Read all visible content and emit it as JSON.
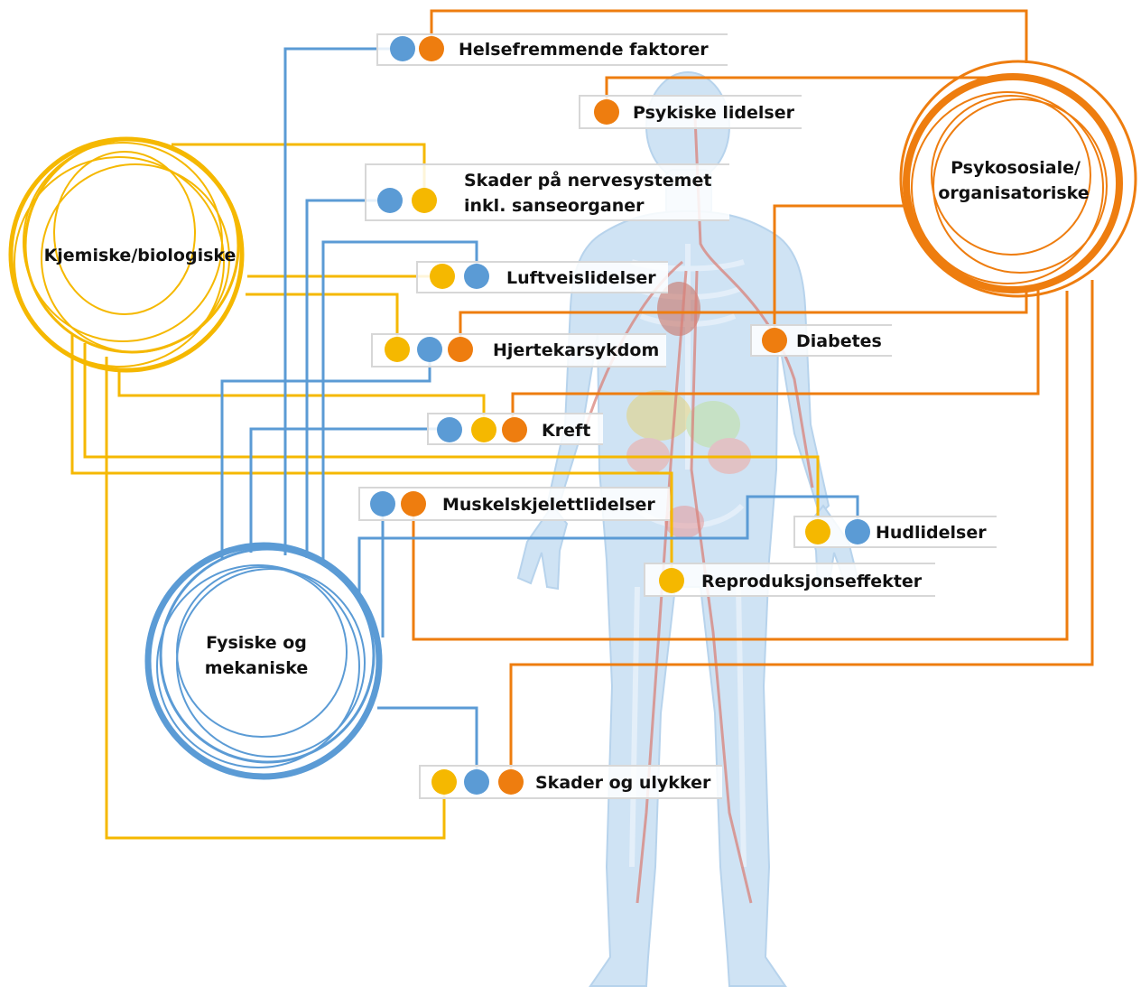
{
  "colors": {
    "chemical": "#f5b800",
    "physical": "#5b9bd5",
    "psychosocial": "#ee7d0f",
    "body": "#cfe3f4",
    "box_border": "#d7d7d7"
  },
  "hubs": {
    "chemical": {
      "line1": "Kjemiske/biologiske",
      "line2": ""
    },
    "physical": {
      "line1": "Fysiske og",
      "line2": "mekaniske"
    },
    "psychosocial": {
      "line1": "Psykososiale/",
      "line2": "organisatoriske"
    }
  },
  "outcomes": {
    "helsefremmende": {
      "line1": "Helsefremmende faktorer",
      "dots": [
        "physical",
        "psychosocial"
      ]
    },
    "psykiske": {
      "line1": "Psykiske lidelser",
      "dots": [
        "psychosocial"
      ]
    },
    "nervesystem": {
      "line1": "Skader på nervesystemet",
      "line2": "inkl. sanseorganer",
      "dots": [
        "physical",
        "chemical"
      ]
    },
    "luftvei": {
      "line1": "Luftveislidelser",
      "dots": [
        "chemical",
        "physical"
      ]
    },
    "hjerte": {
      "line1": "Hjertekarsykdom",
      "dots": [
        "chemical",
        "physical",
        "psychosocial"
      ]
    },
    "diabetes": {
      "line1": "Diabetes",
      "dots": [
        "psychosocial"
      ]
    },
    "kreft": {
      "line1": "Kreft",
      "dots": [
        "physical",
        "chemical",
        "psychosocial"
      ]
    },
    "muskel": {
      "line1": "Muskelskjelettlidelser",
      "dots": [
        "physical",
        "psychosocial"
      ]
    },
    "hud": {
      "line1": "Hudlidelser",
      "dots": [
        "chemical",
        "physical"
      ]
    },
    "reproduksjon": {
      "line1": "Reproduksjonseffekter",
      "dots": [
        "chemical"
      ]
    },
    "skader": {
      "line1": "Skader og ulykker",
      "dots": [
        "chemical",
        "physical",
        "psychosocial"
      ]
    }
  }
}
